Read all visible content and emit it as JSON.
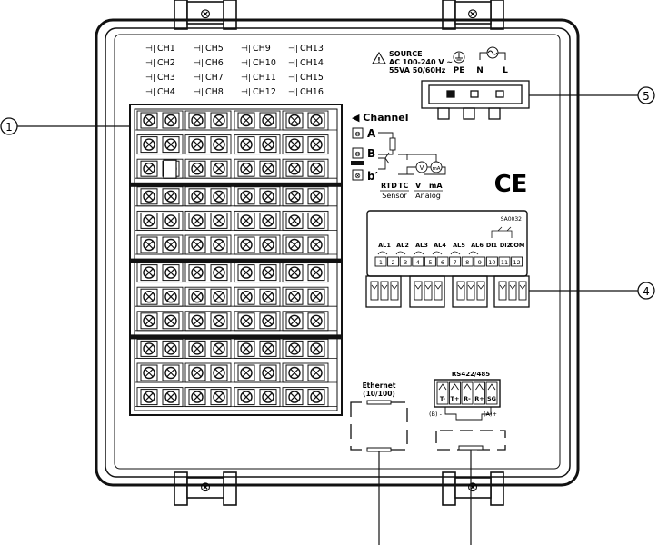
{
  "callouts": {
    "left": "1",
    "right_top": "5",
    "right_mid": "4"
  },
  "channels": {
    "col1": [
      "CH1",
      "CH2",
      "CH3",
      "CH4"
    ],
    "col2": [
      "CH5",
      "CH6",
      "CH7",
      "CH8"
    ],
    "col3": [
      "CH9",
      "CH10",
      "CH11",
      "CH12"
    ],
    "col4": [
      "CH13",
      "CH14",
      "CH15",
      "CH16"
    ]
  },
  "power": {
    "source_title": "SOURCE",
    "source_line1": "AC 100-240 V ~",
    "source_line2": "55VA 50/60Hz",
    "pe": "PE",
    "n": "N",
    "l": "L"
  },
  "channel_legend": {
    "title": "◀ Channel",
    "a": "A",
    "b": "B",
    "b2": "b′",
    "rtd": "RTD",
    "tc": "TC",
    "v": "V",
    "ma": "mA",
    "sensor": "Sensor",
    "analog": "Analog",
    "v_symbol": "V",
    "ma_symbol": "mA"
  },
  "ce_mark": "CE",
  "alarm_block": {
    "model": "SA0032",
    "groups": [
      "AL1",
      "AL2",
      "AL3",
      "AL4",
      "AL5",
      "AL6",
      "DI1",
      "DI2",
      "COM"
    ],
    "pins": [
      "1",
      "2",
      "3",
      "4",
      "5",
      "6",
      "7",
      "8",
      "9",
      "10",
      "11",
      "12"
    ]
  },
  "ethernet": {
    "line1": "Ethernet",
    "line2": "(10/100)"
  },
  "rs485": {
    "title": "RS422/485",
    "pins": [
      "T-",
      "T+",
      "R-",
      "R+",
      "SG"
    ],
    "b_minus": "(B) -",
    "a_plus": "(A)+"
  },
  "screw_icon": "⊗"
}
